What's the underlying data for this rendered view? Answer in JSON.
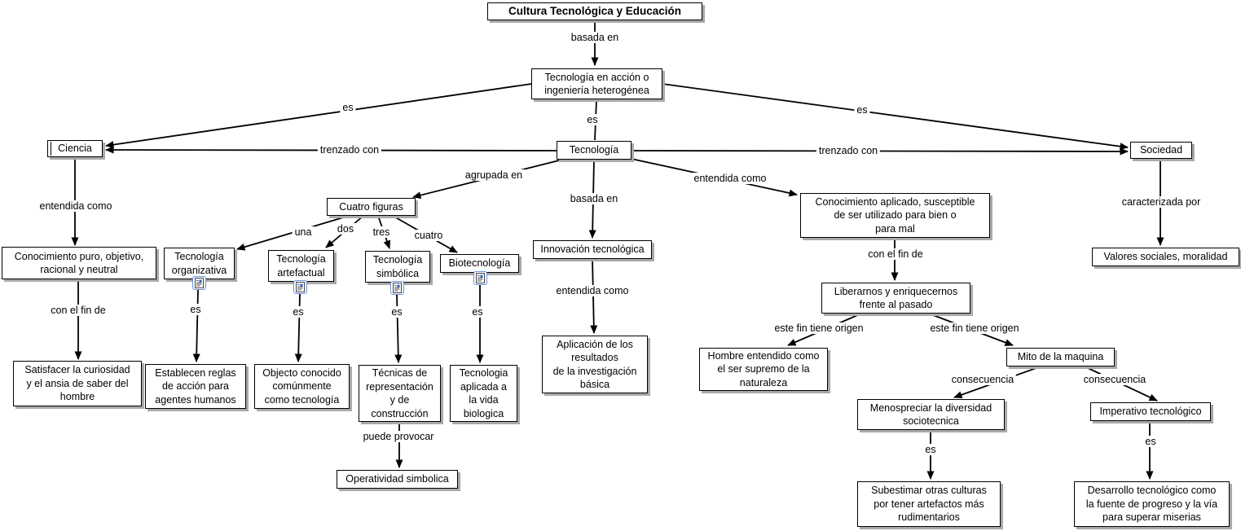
{
  "diagram": {
    "kind": "concept-map",
    "language": "es",
    "colors": {
      "line": "#000000",
      "node_bg": "#ffffff",
      "node_border": "#000000",
      "node_shadow": "#a9a9a9",
      "resource_icon_border": "#6a95e0",
      "resource_icon_accent": "#3a5fc8"
    },
    "icons": {
      "resource": "document-resource-icon"
    }
  },
  "nodes": {
    "root": "Cultura Tecnológica y Educación",
    "accion": "Tecnología en acción o\ningeniería heterogénea",
    "ciencia": "Ciencia",
    "tecnologia": "Tecnología",
    "sociedad": "Sociedad",
    "conocimiento_puro": "Conocimiento puro, objetivo,\nracional y neutral",
    "satisfacer": "Satisfacer la curiosidad\ny el ansia de saber del\nhombre",
    "cuatro_figuras": "Cuatro figuras",
    "tec_organizativa": "Tecnología\norganizativa",
    "tec_artefactual": "Tecnología\nartefactual",
    "tec_simbolica": "Tecnología\nsimbólica",
    "biotecnologia": "Biotecnología",
    "establecen": "Establecen reglas\nde acción para\nagentes humanos",
    "objecto": "Objecto conocido\ncomúnmente\ncomo tecnología",
    "tecnicas": "Técnicas de\nrepresentación\ny de\nconstrucción",
    "tec_aplicada": "Tecnologia\naplicada a\nla vida\nbiologica",
    "operatividad": "Operatividad simbolica",
    "innovacion": "Innovación tecnológica",
    "aplicacion": "Aplicación de los\nresultados\nde la investigación\nbásica",
    "conocimiento_aplicado": "Conocimiento aplicado, susceptible\nde ser utilizado para bien o\npara mal",
    "liberarnos": "Liberarnos y enriquecernos\nfrente al pasado",
    "hombre": "Hombre entendido como\nel ser supremo de la\nnaturaleza",
    "mito": "Mito de la maquina",
    "menospreciar": "Menospreciar la diversidad\nsociotecnica",
    "imperativo": "Imperativo tecnológico",
    "subestimar": "Subestimar otras culturas\npor tener artefactos más\nrudimentarios",
    "desarrollo": "Desarrollo tecnológico como\nla fuente de progreso y la vía\npara superar miserias",
    "valores": "Valores sociales, moralidad"
  },
  "labels": {
    "basada_top": "basada en",
    "es_accion": "es",
    "es_left": "es",
    "es_right": "es",
    "trenzado_left": "trenzado con",
    "trenzado_right": "trenzado con",
    "entendida_ciencia": "entendida como",
    "agrupada": "agrupada en",
    "una": "una",
    "dos": "dos",
    "tres": "tres",
    "cuatro": "cuatro",
    "es_organizativa": "es",
    "es_artefactual": "es",
    "es_simbolica": "es",
    "es_biotecnologia": "es",
    "con_fin_ciencia": "con el fin de",
    "puede_provocar": "puede provocar",
    "basada_tecnologia": "basada en",
    "entendida_innovacion": "entendida como",
    "entendida_tecnologia": "entendida como",
    "con_fin_tecnologia": "con el fin de",
    "origen_izq": "este fin tiene origen",
    "origen_der": "este fin tiene origen",
    "consecuencia_izq": "consecuencia",
    "consecuencia_der": "consecuencia",
    "es_menospreciar": "es",
    "es_imperativo": "es",
    "caracterizada": "caracterizada por"
  }
}
